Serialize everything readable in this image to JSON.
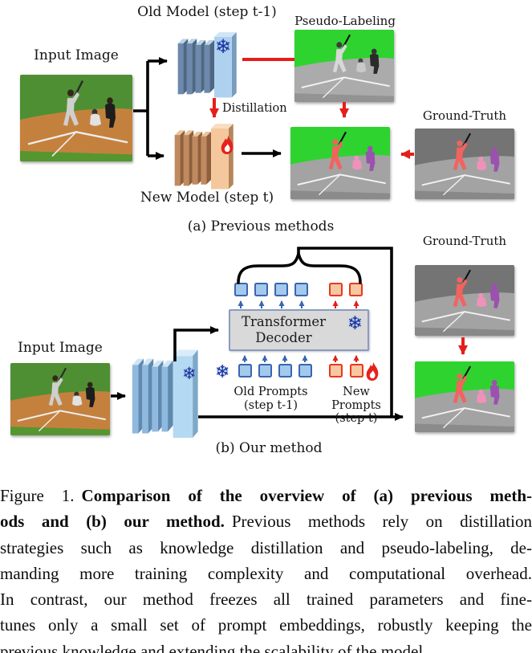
{
  "panel_a": {
    "section_label": "(a) Previous methods",
    "input_image_label": "Input Image",
    "old_model_label": "Old Model (step t-1)",
    "new_model_label": "New Model (step t)",
    "pseudo_labeling_label": "Pseudo-Labeling",
    "distillation_label": "Distillation",
    "ground_truth_label": "Ground-Truth"
  },
  "panel_b": {
    "section_label": "(b) Our method",
    "input_image_label": "Input Image",
    "decoder_line1": "Transformer",
    "decoder_line2": "Decoder",
    "old_prompts_line1": "Old Prompts",
    "old_prompts_line2": "(step t-1)",
    "new_prompts_line1": "New Prompts",
    "new_prompts_line2": "(step t)",
    "ground_truth_label": "Ground-Truth"
  },
  "caption": {
    "line1_prefix": "Figure 1.",
    "line1_bold": "Comparison of the overview of (a) previous meth-",
    "line2_bold": "ods and (b) our method.",
    "line2_rest": "Previous methods rely on distillation",
    "line3": "strategies such as knowledge distillation and pseudo-labeling, de-",
    "line4": "manding more training complexity and computational overhead.",
    "line5": "In contrast, our method freezes all trained parameters and fine-",
    "line6": "tunes only a small set of prompt embeddings, robustly keeping the",
    "line7": "previous knowledge and extending the scalability of the model."
  },
  "icons": {
    "snowflake": "❄",
    "snowflake_meaning": "frozen",
    "flame_meaning": "trainable"
  },
  "colors": {
    "arrow_red": "#e41f1a",
    "arrow_black": "#000000",
    "prompt_blue_fill": "#a3c9ec",
    "prompt_blue_border": "#3a66b0",
    "prompt_red_fill": "#f6c8a2",
    "prompt_red_border": "#e8391d",
    "frozen_blue": "#16339e",
    "mask_green": "#2fd32f",
    "mask_red": "#f2635e",
    "mask_pink": "#ef92ba",
    "mask_purple": "#9b51ae",
    "decoder_fill": "#d9d9d9"
  }
}
